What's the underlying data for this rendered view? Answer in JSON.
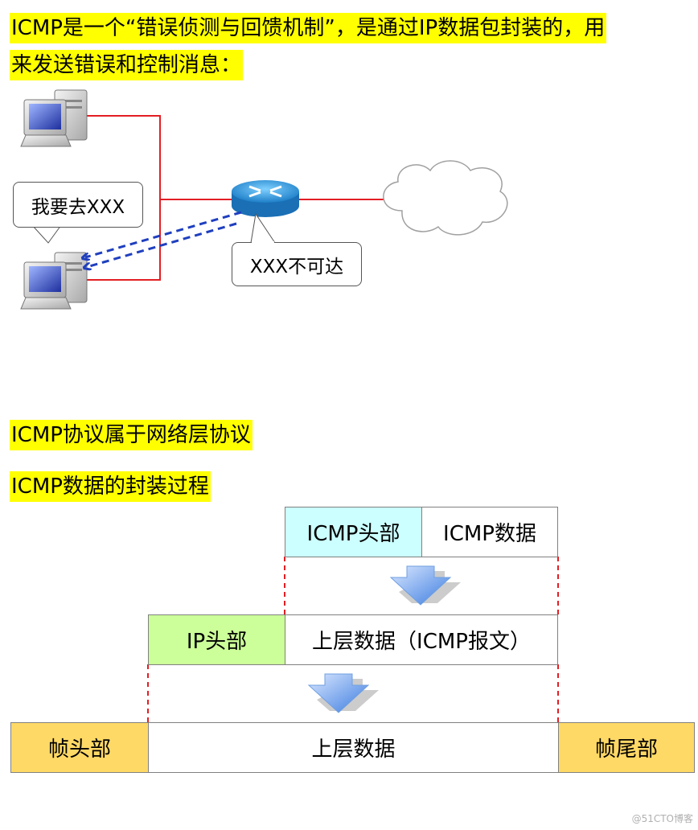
{
  "intro": {
    "line1": "ICMP是一个“错误侦测与回馈机制”，是通过IP数据包封装的，用",
    "line2": "来发送错误和控制消息："
  },
  "network": {
    "sender_bubble": "我要去XXX",
    "router_bubble": "XXX不可达"
  },
  "section2": {
    "layer_note": "ICMP协议属于网络层协议",
    "encap_title": "ICMP数据的封装过程"
  },
  "encapsulation": {
    "icmp_header": "ICMP头部",
    "icmp_data": "ICMP数据",
    "ip_header": "IP头部",
    "ip_payload": "上层数据（ICMP报文）",
    "frame_header": "帧头部",
    "frame_payload": "上层数据",
    "frame_trailer": "帧尾部"
  },
  "colors": {
    "highlight": "#ffff00",
    "icmp_header_fill": "#ccffff",
    "ip_header_fill": "#ccff99",
    "frame_fill": "#ffd966",
    "link_line": "#e31e24",
    "icmp_arrow": "#1f3fbf"
  },
  "watermark": "@51CTO博客"
}
